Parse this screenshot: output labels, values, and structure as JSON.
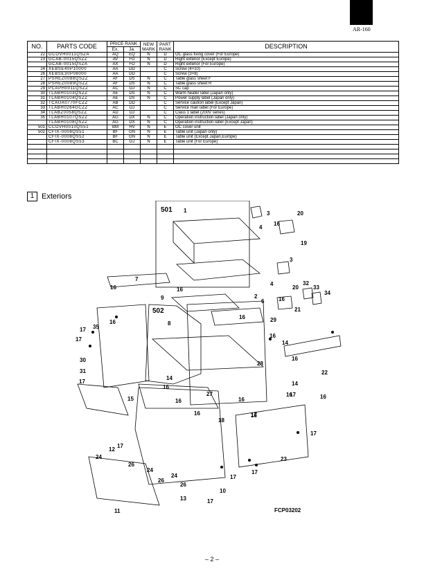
{
  "model": "AR-160",
  "page_number": "– 2 –",
  "table": {
    "headers": {
      "no": "NO.",
      "parts_code": "PARTS CODE",
      "price_rank": "PRICE RANK",
      "ex": "Ex.",
      "ja": "Ja.",
      "new_mark": "NEW MARK",
      "part_rank": "PART RANK",
      "description": "DESCRIPTION"
    },
    "rows": [
      {
        "no": "22",
        "code": "GCOVH0011QSZA",
        "ex": "AQ",
        "ja": "EQ",
        "new": "N",
        "rank": "D",
        "desc": "OC glass fixing cover  (For  Europe)"
      },
      {
        "no": "23",
        "code": "GCAB-0015QSZZ",
        "ex": "AV",
        "ja": "FG",
        "new": "N",
        "rank": "D",
        "desc": "Right exterior  (Except  Europe)"
      },
      {
        "no": "",
        "code": "GCAB-0015QSZA",
        "ex": "AX",
        "ja": "FO",
        "new": "N",
        "rank": "D",
        "desc": "Right exterior  (For  Europe)"
      },
      {
        "no": "24",
        "code": "XEBSE40P10000",
        "ex": "AA",
        "ja": "DD",
        "new": "",
        "rank": "C",
        "desc": "Screw  (4×10)"
      },
      {
        "no": "26",
        "code": "XEBSE30P08000",
        "ex": "AA",
        "ja": "DD",
        "new": "",
        "rank": "C",
        "desc": "Screw  (3×8)"
      },
      {
        "no": "27",
        "code": "PSHEZ0088QSZZ",
        "ex": "AF",
        "ja": "DS",
        "new": "N",
        "rank": "C",
        "desc": "Table glass sheet F"
      },
      {
        "no": "28",
        "code": "PSHEZ0089QSZZ",
        "ex": "AF",
        "ja": "DS",
        "new": "N",
        "rank": "C",
        "desc": "Table glass sheet R"
      },
      {
        "no": "29",
        "code": "PCAPH0011QSZZ",
        "ex": "AC",
        "ja": "DJ",
        "new": "N",
        "rank": "C",
        "desc": "SC cap"
      },
      {
        "no": "30",
        "code": "TLABH0103QSZZ",
        "ex": "AE",
        "ja": "DS",
        "new": "N",
        "rank": "C",
        "desc": "Warm heater label  (Japan  only)"
      },
      {
        "no": "31",
        "code": "TLABH0104QSZZ",
        "ex": "AE",
        "ja": "DS",
        "new": "N",
        "rank": "C",
        "desc": "Power supply label  (Japan  only)"
      },
      {
        "no": "32",
        "code": "TCAUA0770FCZZ",
        "ex": "AB",
        "ja": "DD",
        "new": "",
        "rank": "C",
        "desc": "Service caution label  (Except  Japan)"
      },
      {
        "no": "33",
        "code": "TLABH0264GCZZ",
        "ex": "AC",
        "ja": "DJ",
        "new": "",
        "rank": "C",
        "desc": "Service man label  (For  Europe)"
      },
      {
        "no": "34",
        "code": "TLABZ0058QSZZ",
        "ex": "AD",
        "ja": "DJ",
        "new": "",
        "rank": "C",
        "desc": "Class 1 label  (200V  series)"
      },
      {
        "no": "35",
        "code": "TLABH0107QSZZ",
        "ex": "AG",
        "ja": "DX",
        "new": "N",
        "rank": "C",
        "desc": "Operation instruction label  (Japan  only)"
      },
      {
        "no": "",
        "code": "TLABH0108QSZZ",
        "ex": "AG",
        "ja": "DX",
        "new": "N",
        "rank": "C",
        "desc": "Operation instruction label  (Except  Japan)"
      },
      {
        "no": "501",
        "code": "CCOVH0010QS51",
        "ex": "BM",
        "ja": "HV",
        "new": "N",
        "rank": "E",
        "desc": "OC cover unit"
      },
      {
        "no": "502",
        "code": "CFIX-0008QS51",
        "ex": "BF",
        "ja": "GN",
        "new": "N",
        "rank": "E",
        "desc": "Table unit  (Japan  only)"
      },
      {
        "no": "",
        "code": "CFIX-0008QS52",
        "ex": "BF",
        "ja": "GN",
        "new": "N",
        "rank": "E",
        "desc": "Table unit  (Except  Japan,Europe)"
      },
      {
        "no": "",
        "code": "CFIX-0008QS53",
        "ex": "BC",
        "ja": "GJ",
        "new": "N",
        "rank": "E",
        "desc": "Table unit  (For  Europe)"
      },
      {
        "no": "",
        "code": "",
        "ex": "",
        "ja": "",
        "new": "",
        "rank": "",
        "desc": ""
      },
      {
        "no": "",
        "code": "",
        "ex": "",
        "ja": "",
        "new": "",
        "rank": "",
        "desc": ""
      },
      {
        "no": "",
        "code": "",
        "ex": "",
        "ja": "",
        "new": "",
        "rank": "",
        "desc": ""
      },
      {
        "no": "",
        "code": "",
        "ex": "",
        "ja": "",
        "new": "",
        "rank": "",
        "desc": ""
      }
    ]
  },
  "section": {
    "number": "1",
    "title": "Exteriors"
  },
  "diagram": {
    "code": "FCP03202",
    "unit_labels": [
      "501",
      "502"
    ],
    "callouts": [
      "1",
      "3",
      "4",
      "20",
      "16",
      "19",
      "3",
      "4",
      "2",
      "20",
      "16",
      "21",
      "32",
      "33",
      "34",
      "16",
      "7",
      "9",
      "16",
      "16",
      "6",
      "29",
      "16",
      "8",
      "16",
      "14",
      "16",
      "28",
      "22",
      "17",
      "35",
      "17",
      "30",
      "31",
      "17",
      "15",
      "14",
      "16",
      "27",
      "16",
      "16",
      "18",
      "16",
      "17",
      "16",
      "12",
      "17",
      "24",
      "26",
      "24",
      "26",
      "26",
      "24",
      "13",
      "17",
      "10",
      "11",
      "23",
      "17",
      "17",
      "17",
      "16",
      "16",
      "14",
      "17"
    ]
  }
}
